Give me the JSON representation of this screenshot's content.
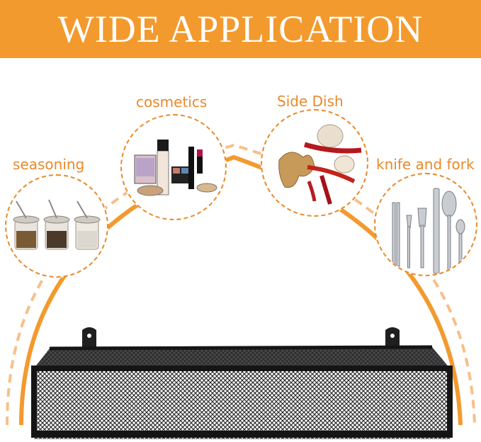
{
  "banner": {
    "title": "WIDE APPLICATION",
    "color": "#f39a2e"
  },
  "accent_color": "#e8892a",
  "applications": [
    {
      "label": "seasoning",
      "icon": "spice-jars-icon"
    },
    {
      "label": "cosmetics",
      "icon": "cosmetics-icon"
    },
    {
      "label": "Side Dish",
      "icon": "ginger-garlic-chili-icon"
    },
    {
      "label": "knife and fork",
      "icon": "cutlery-icon"
    }
  ],
  "product": {
    "icon": "mesh-wall-basket-icon"
  }
}
